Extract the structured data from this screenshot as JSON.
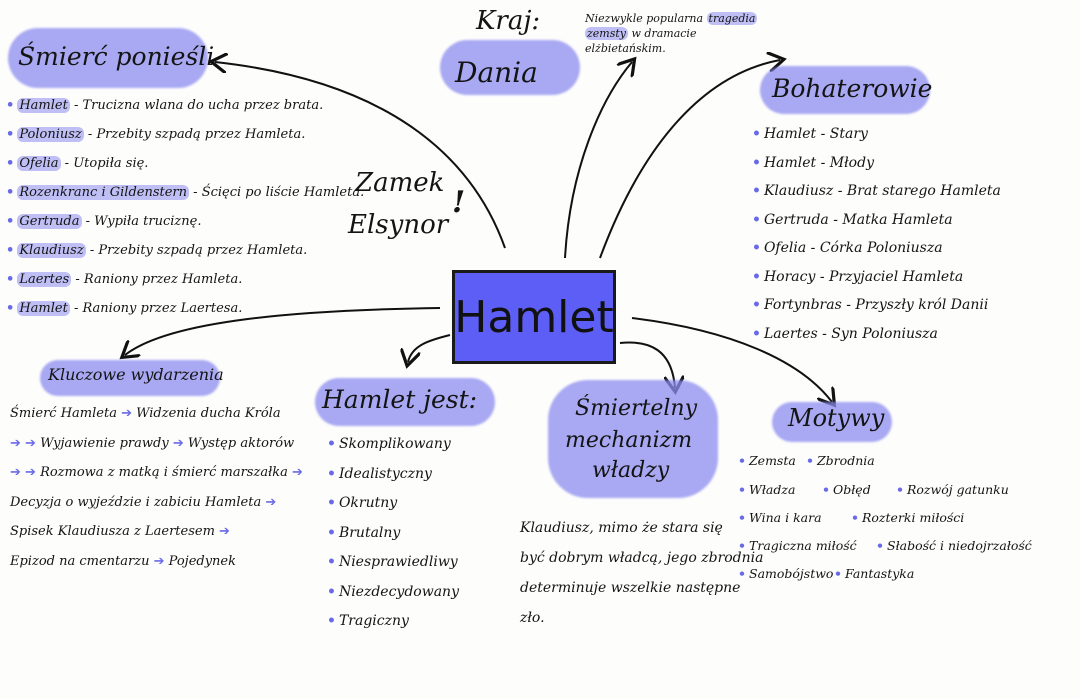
{
  "center": "Hamlet",
  "death": {
    "title": "Śmierć ponieśli",
    "items": [
      {
        "name": "Hamlet",
        "text": " - Trucizna wlana do ucha przez brata."
      },
      {
        "name": "Poloniusz",
        "text": " - Przebity szpadą przez Hamleta."
      },
      {
        "name": "Ofelia",
        "text": " - Utopiła się."
      },
      {
        "name": "Rozenkranc i Gildenstern",
        "text": " - Ścięci po liście Hamleta."
      },
      {
        "name": "Gertruda",
        "text": " - Wypiła truciznę."
      },
      {
        "name": "Klaudiusz",
        "text": " - Przebity szpadą przez Hamleta."
      },
      {
        "name": "Laertes",
        "text": " - Raniony przez Hamleta."
      },
      {
        "name": "Hamlet",
        "text": " - Raniony przez Laertesa."
      }
    ]
  },
  "country": {
    "title": "Kraj:",
    "value": "Dania"
  },
  "castle": {
    "line1": "Zamek",
    "line2": "Elsynor",
    "mark": "!"
  },
  "genre": {
    "line1": "Niezwykle popularna",
    "highlight1": "tragedia",
    "line2a": "zemsty",
    "line2b": " w dramacie",
    "line3": "elżbietańskim."
  },
  "heroes": {
    "title": "Bohaterowie",
    "items": [
      "Hamlet - Stary",
      "Hamlet - Młody",
      "Klaudiusz - Brat starego Hamleta",
      "Gertruda - Matka Hamleta",
      "Ofelia - Córka Poloniusza",
      "Horacy - Przyjaciel Hamleta",
      "Fortynbras - Przyszły król Danii",
      "Laertes - Syn Poloniusza"
    ]
  },
  "events": {
    "title": "Kluczowe wydarzenia",
    "lines": [
      [
        "Śmierć Hamleta",
        "Widzenia ducha Króla"
      ],
      [
        "",
        "Wyjawienie prawdy",
        "Występ aktorów"
      ],
      [
        "",
        "Rozmowa z matką i śmierć marszałka",
        ""
      ],
      [
        "Decyzja o wyjeździe i zabiciu Hamleta",
        ""
      ],
      [
        "Spisek Klaudiusza z Laertesem",
        ""
      ],
      [
        "Epizod na cmentarzu",
        "Pojedynek"
      ]
    ]
  },
  "hamlet_is": {
    "title": "Hamlet jest:",
    "items": [
      "Skomplikowany",
      "Idealistyczny",
      "Okrutny",
      "Brutalny",
      "Niesprawiedliwy",
      "Niezdecydowany",
      "Tragiczny"
    ]
  },
  "mechanism": {
    "title1": "Śmiertelny",
    "title2": "mechanizm",
    "title3": "władzy",
    "text": [
      "Klaudiusz, mimo że stara się",
      "być dobrym władcą, jego zbrodnia",
      "determinuje wszelkie następne",
      "zło."
    ]
  },
  "motifs": {
    "title": "Motywy",
    "items": [
      "Zemsta",
      "Zbrodnia",
      "Władza",
      "Obłęd",
      "Rozwój gatunku",
      "Wina i kara",
      "Rozterki miłości",
      "Tragiczna miłość",
      "Słabość i niedojrzałość",
      "Samobójstwo",
      "Fantastyka"
    ]
  },
  "colors": {
    "accent": "#8c8cf0",
    "center": "#5c5ef5",
    "ink": "#141414"
  }
}
